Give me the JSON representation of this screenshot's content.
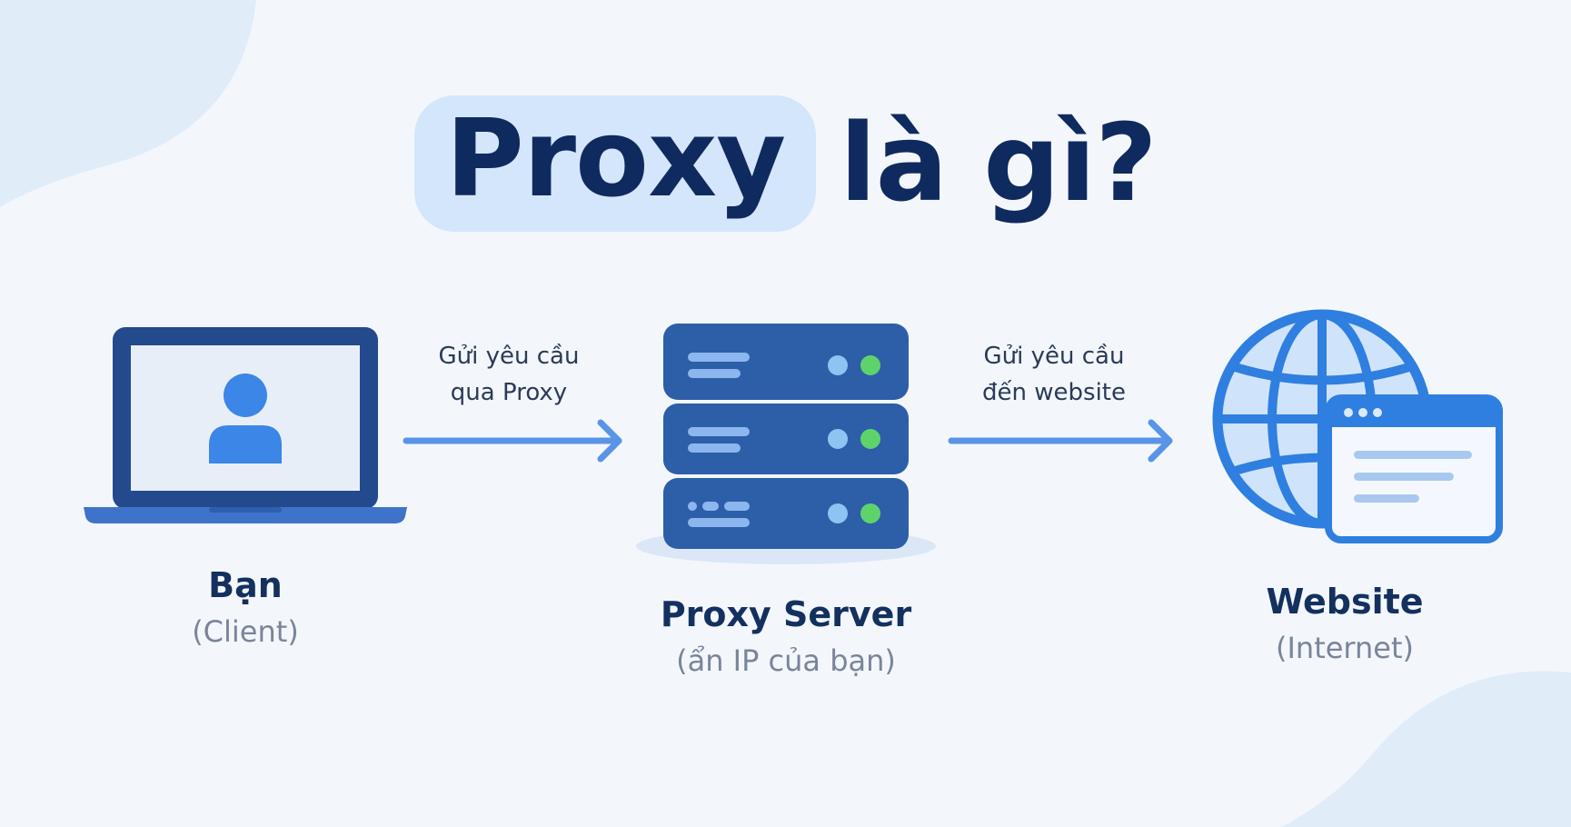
{
  "title": {
    "highlight": "Proxy",
    "rest": "là gì?"
  },
  "nodes": {
    "client": {
      "name": "Bạn",
      "sub": "(Client)"
    },
    "proxy": {
      "name": "Proxy Server",
      "sub": "(ẩn IP của bạn)"
    },
    "website": {
      "name": "Website",
      "sub": "(Internet)"
    }
  },
  "arrows": {
    "to_proxy": {
      "line1": "Gửi yêu cầu",
      "line2": "qua Proxy"
    },
    "to_website": {
      "line1": "Gửi yêu cầu",
      "line2": "đến website"
    }
  },
  "colors": {
    "navy": "#0f2a5e",
    "primary_blue": "#3b7de0",
    "server_blue": "#2d5ea8",
    "highlight_bg": "#d4e6fb",
    "green_led": "#5fd36b",
    "blue_led": "#8cc4f2"
  },
  "icons": [
    "laptop-icon",
    "user-icon",
    "server-icon",
    "globe-icon",
    "browser-window-icon"
  ]
}
